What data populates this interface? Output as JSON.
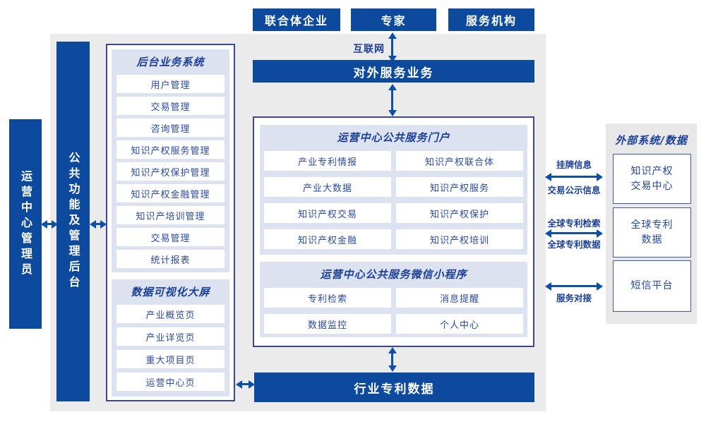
{
  "colors": {
    "primary_blue": "#0d4a9e",
    "arrow_blue": "#0d4fa5",
    "panel_lavender": "#dde2f0",
    "canvas_gray": "#ebebeb",
    "border_navy": "#3c478f",
    "title_text": "#1b3f97",
    "item_text": "#2a4aa2"
  },
  "actors": {
    "consortium": "联合体企业",
    "expert": "专家",
    "agency": "服务机构"
  },
  "internet_label": "互联网",
  "external_service_bar": "对外服务业务",
  "operator_label": "运营中心管理员",
  "admin_backend_label": "公共功能及管理后台",
  "backend_panel": {
    "title": "后台业务系统",
    "items": [
      "用户管理",
      "交易管理",
      "咨询管理",
      "知识产权服务管理",
      "知识产权保护管理",
      "知识产权金融管理",
      "知识产培训管理",
      "交易管理",
      "统计报表"
    ]
  },
  "dashboard_panel": {
    "title": "数据可视化大屏",
    "items": [
      "产业概览页",
      "产业详览页",
      "重大项目页",
      "运营中心页"
    ]
  },
  "portal_panel": {
    "title": "运营中心公共服务门户",
    "items": [
      "产业专利情报",
      "知识产权联合体",
      "产业大数据",
      "知识产权服务",
      "知识产权交易",
      "知识产权保护",
      "知识产权金融",
      "知识产权培训"
    ]
  },
  "miniprogram_panel": {
    "title": "运营中心公共服务微信小程序",
    "items": [
      "专利检索",
      "消息提醒",
      "数据监控",
      "个人中心"
    ]
  },
  "industry_patent_bar": "行业专利数据",
  "external_panel": {
    "title": "外部系统/数据",
    "systems": [
      "知识产权\n交易中心",
      "全球专利\n数据",
      "短信平台"
    ]
  },
  "external_links": {
    "link1_top": "挂牌信息",
    "link1_bottom": "交易公示信息",
    "link2_top": "全球专利检索",
    "link2_bottom": "全球专利数据",
    "link3_bottom": "服务对接"
  }
}
